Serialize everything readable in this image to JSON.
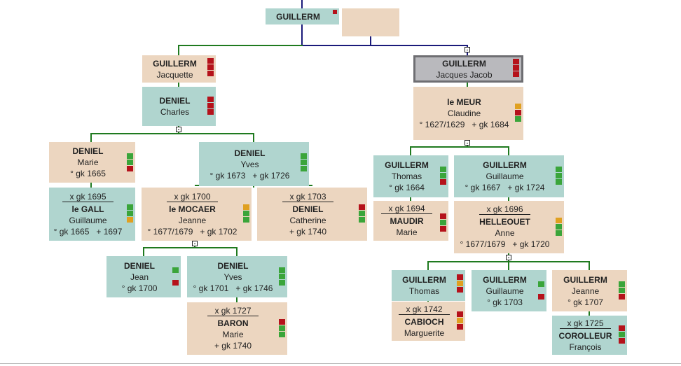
{
  "colors": {
    "teal": "#b0d5cf",
    "beige": "#ecd6c0",
    "red": "#b5121b",
    "green": "#3aa53a",
    "orange": "#e0a020",
    "selected": "#b9b9bd"
  },
  "persons": [
    {
      "surname": "GUILLERM",
      "markers": [
        "red"
      ]
    },
    {
      "markers": []
    },
    {
      "surname": "GUILLERM",
      "given": "Jacquette",
      "markers": [
        "red",
        "red",
        "red"
      ]
    },
    {
      "surname": "DENIEL",
      "given": "Charles",
      "markers": [
        "red",
        "red",
        "red"
      ]
    },
    {
      "surname": "GUILLERM",
      "given": "Jacques Jacob",
      "markers": [
        "red",
        "red",
        "red"
      ]
    },
    {
      "surname": "le MEUR",
      "given": "Claudine",
      "dates": "° 1627/1629   + gk 1684",
      "markers": [
        "orange",
        "red",
        "green"
      ]
    },
    {
      "surname": "DENIEL",
      "given": "Marie",
      "dates": "° gk 1665",
      "markers": [
        "green",
        "green",
        "red"
      ]
    },
    {
      "surname": "DENIEL",
      "given": "Yves",
      "dates": "° gk 1673   + gk 1726",
      "markers": [
        "green",
        "green",
        "green"
      ]
    },
    {
      "marriage": "x gk 1695",
      "surname": "le GALL",
      "given": "Guillaume",
      "dates": "° gk 1665   + 1697",
      "markers": [
        "green",
        "green",
        "orange"
      ]
    },
    {
      "marriage": "x gk 1700",
      "surname": "le MOCAER",
      "given": "Jeanne",
      "dates": "° 1677/1679   + gk 1702",
      "markers": [
        "orange",
        "green",
        "green"
      ]
    },
    {
      "marriage": "x gk 1703",
      "surname": "DENIEL",
      "given": "Catherine",
      "dates": "+ gk 1740",
      "markers": [
        "red",
        "green",
        "green"
      ]
    },
    {
      "surname": "DENIEL",
      "given": "Jean",
      "dates": "° gk 1700",
      "markers": [
        "green",
        null,
        "red"
      ]
    },
    {
      "surname": "DENIEL",
      "given": "Yves",
      "dates": "° gk 1701   + gk 1746",
      "markers": [
        "green",
        "green",
        "green"
      ]
    },
    {
      "marriage": "x gk 1727",
      "surname": "BARON",
      "given": "Marie",
      "dates": "+ gk 1740",
      "markers": [
        "red",
        "green",
        "green"
      ]
    },
    {
      "surname": "GUILLERM",
      "given": "Thomas",
      "dates": "° gk 1664",
      "markers": [
        "green",
        "green",
        "red"
      ]
    },
    {
      "surname": "GUILLERM",
      "given": "Guillaume",
      "dates": "° gk 1667   + gk 1724",
      "markers": [
        "green",
        "green",
        "green"
      ]
    },
    {
      "marriage": "x gk 1694",
      "surname": "MAUDIR",
      "given": "Marie",
      "markers": [
        "red",
        "green",
        "red"
      ]
    },
    {
      "marriage": "x gk 1696",
      "surname": "HELLEOUET",
      "given": "Anne",
      "dates": "° 1677/1679   + gk 1720",
      "markers": [
        "orange",
        "green",
        "green"
      ]
    },
    {
      "surname": "GUILLERM",
      "given": "Thomas",
      "markers": [
        "red",
        "orange",
        "red"
      ]
    },
    {
      "surname": "GUILLERM",
      "given": "Guillaume",
      "dates": "° gk 1703",
      "markers": [
        "green",
        null,
        "red"
      ]
    },
    {
      "surname": "GUILLERM",
      "given": "Jeanne",
      "dates": "° gk 1707",
      "markers": [
        "green",
        "green",
        "red"
      ]
    },
    {
      "marriage": "x gk 1742",
      "surname": "CABIOCH",
      "given": "Marguerite",
      "markers": [
        "red",
        "orange",
        "red"
      ]
    },
    {
      "marriage": "x gk 1725",
      "surname": "COROLLEUR",
      "given": "François",
      "markers": [
        "red",
        "green",
        "red"
      ]
    }
  ]
}
